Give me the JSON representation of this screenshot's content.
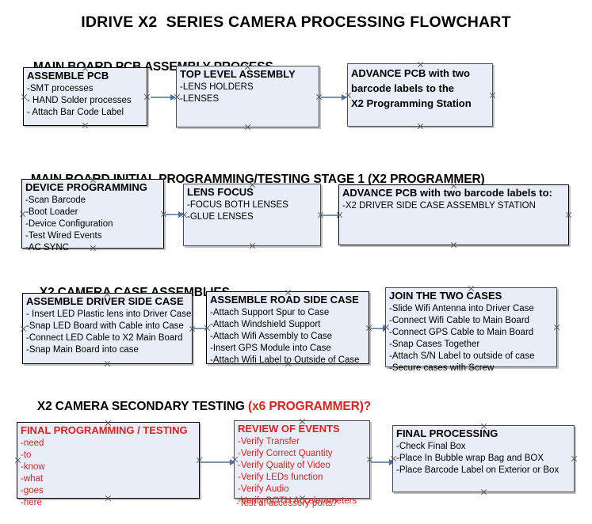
{
  "document": {
    "title": "IDRIVE X2  SERIES CAMERA PROCESSING FLOWCHART"
  },
  "sections": [
    {
      "id": "main-board-pcb-assembly",
      "heading": "MAIN BOARD PCB ASSEMBLY PROCESS",
      "heading_accent": "",
      "nodes": [
        {
          "id": "assemble-pcb",
          "title": "ASSEMBLE PCB",
          "lines": [
            "-SMT processes",
            "- HAND Solder processes",
            "- Attach Bar Code Label"
          ]
        },
        {
          "id": "top-level-assembly",
          "title": "TOP LEVEL ASSEMBLY",
          "lines": [
            "-LENS HOLDERS",
            "-LENSES"
          ]
        },
        {
          "id": "advance-pcb-programming-station",
          "title": "ADVANCE PCB with two\nbarcode labels to the\n X2 Programming Station",
          "lines": []
        }
      ]
    },
    {
      "id": "main-board-initial-programming",
      "heading": "MAIN BOARD INITIAL PROGRAMMING/TESTING STAGE 1 (X2 PROGRAMMER)",
      "heading_accent": "",
      "nodes": [
        {
          "id": "device-programming",
          "title": "DEVICE PROGRAMMING",
          "lines": [
            "-Scan Barcode",
            "-Boot Loader",
            "-Device Configuration",
            "-Test Wired Events",
            "-AC SYNC"
          ]
        },
        {
          "id": "lens-focus",
          "title": "LENS FOCUS",
          "lines": [
            "-FOCUS BOTH LENSES",
            "-GLUE LENSES"
          ]
        },
        {
          "id": "advance-pcb-driver-side-case",
          "title": "ADVANCE PCB with two barcode labels to:",
          "lines": [
            "-X2 DRIVER  SIDE  CASE  ASSEMBLY STATION"
          ]
        }
      ]
    },
    {
      "id": "x2-camera-case-assemblies",
      "heading": "X2 CAMERA CASE ASSEMBLIES",
      "heading_accent": "",
      "nodes": [
        {
          "id": "assemble-driver-side-case",
          "title": "ASSEMBLE DRIVER SIDE CASE",
          "lines": [
            "- Insert LED Plastic lens into Driver Case",
            "-Snap LED Board with Cable into Case",
            "-Connect LED Cable to X2 Main Board",
            "-Snap Main Board into case"
          ]
        },
        {
          "id": "assemble-road-side-case",
          "title": "ASSEMBLE ROAD SIDE CASE",
          "lines": [
            "-Attach Support Spur to Case",
            "-Attach Windshield Support",
            "-Attach Wifi Assembly to Case",
            "-Insert GPS Module into Case",
            "-Attach Wifi Label to Outside of Case"
          ]
        },
        {
          "id": "join-the-two-cases",
          "title": "JOIN THE TWO CASES",
          "lines": [
            "-Slide Wifi Antenna into Driver Case",
            "-Connect Wifi Cable to Main Board",
            "-Connect GPS Cable to Main Board",
            "-Snap Cases Together",
            "-Attach S/N Label to outside of case",
            "-Secure cases with Screw"
          ]
        }
      ]
    },
    {
      "id": "x2-camera-secondary-testing",
      "heading": "X2 CAMERA SECONDARY TESTING ",
      "heading_accent": "(x6 PROGRAMMER)?",
      "nodes": [
        {
          "id": "final-programming-testing",
          "title": "FINAL PROGRAMMING / TESTING",
          "lines": [
            "-need",
            "-to",
            "-know",
            "-what",
            "-goes",
            "-here"
          ]
        },
        {
          "id": "review-of-events",
          "title": "REVIEW OF EVENTS",
          "lines": [
            "-Verify Transfer",
            "-Verify Correct Quantity",
            "-Verify Quality of Video",
            "-Verify LEDs function",
            "-Verify Audio",
            "-Verify BOTH Accelerometers"
          ],
          "overflow_line": "-Test of accessory ports?"
        },
        {
          "id": "final-processing",
          "title": "FINAL PROCESSING",
          "lines": [
            " -Check Final Box",
            "-Place In Bubble wrap Bag and BOX",
            "-Place Barcode Label on Exterior or Box"
          ]
        }
      ]
    }
  ],
  "colors": {
    "node_fill": "#e8edf7",
    "node_border": "#000000",
    "connector": "#7a93b5",
    "accent_red": "#e02020",
    "text": "#000000"
  }
}
